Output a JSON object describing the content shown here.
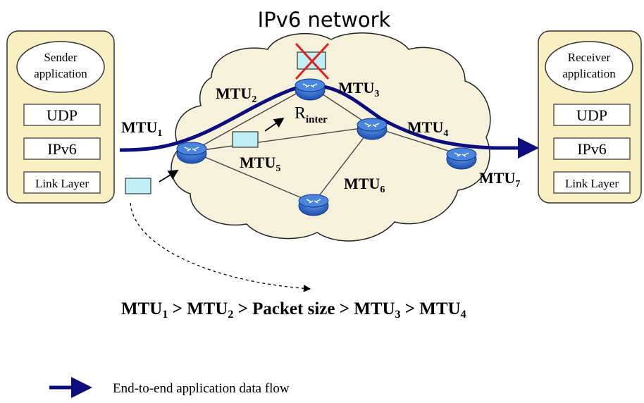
{
  "title": "IPv6 network",
  "sender": {
    "app_line1": "Sender",
    "app_line2": "application",
    "layers": [
      "UDP",
      "IPv6",
      "Link Layer"
    ]
  },
  "receiver": {
    "app_line1": "Receiver",
    "app_line2": "application",
    "layers": [
      "UDP",
      "IPv6",
      "Link Layer"
    ]
  },
  "links": {
    "mtu1": {
      "base": "MTU",
      "sub": "1"
    },
    "mtu2": {
      "base": "MTU",
      "sub": "2"
    },
    "mtu3": {
      "base": "MTU",
      "sub": "3"
    },
    "mtu4": {
      "base": "MTU",
      "sub": "4"
    },
    "mtu5": {
      "base": "MTU",
      "sub": "5"
    },
    "mtu6": {
      "base": "MTU",
      "sub": "6"
    },
    "mtu7": {
      "base": "MTU",
      "sub": "7"
    }
  },
  "router_label": {
    "base": "R",
    "sub": "inter"
  },
  "relation": {
    "mtu_base": "MTU",
    "gt": ">",
    "s1": "1",
    "s2": "2",
    "packet": "Packet size",
    "s3": "3",
    "s4": "4"
  },
  "legend": {
    "label": "End-to-end application data flow"
  },
  "colors": {
    "flow": "#0d0d80",
    "cloud_fill": "#f6f1da",
    "host_fill": "#f8f0c2",
    "packet_fill": "#bfeef5",
    "router_fill": "#2d6fd0",
    "drop_mark": "#e02020"
  }
}
